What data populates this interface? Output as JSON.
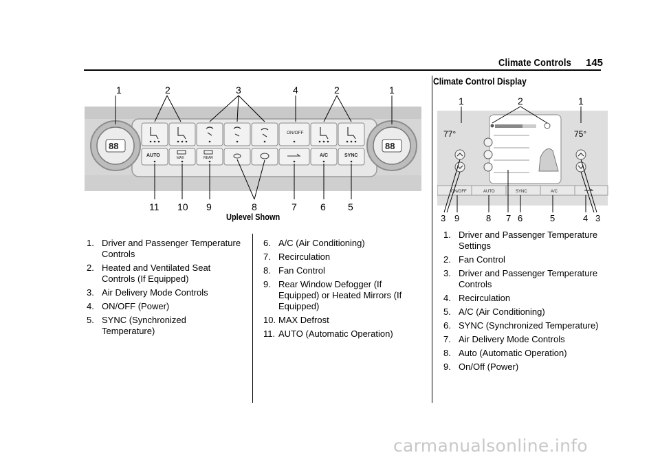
{
  "header": {
    "title": "Climate Controls",
    "page_number": "145"
  },
  "figure_left": {
    "caption": "Uplevel Shown",
    "top_callouts": [
      "1",
      "2",
      "3",
      "4",
      "2",
      "1"
    ],
    "bottom_callouts": [
      "11",
      "10",
      "9",
      "8",
      "7",
      "6",
      "5"
    ],
    "panel_labels": {
      "onoff": "ON/OFF",
      "auto": "AUTO",
      "max": "MAX",
      "rear": "REAR",
      "ac": "A/C",
      "sync": "SYNC",
      "dial": "88"
    }
  },
  "list_left_a": [
    {
      "num": "1.",
      "text": "Driver and Passenger Temperature Controls"
    },
    {
      "num": "2.",
      "text": "Heated and Ventilated Seat Controls (If Equipped)"
    },
    {
      "num": "3.",
      "text": "Air Delivery Mode Controls"
    },
    {
      "num": "4.",
      "text": "ON/OFF (Power)"
    },
    {
      "num": "5.",
      "text": "SYNC (Synchronized Temperature)"
    }
  ],
  "list_left_b": [
    {
      "num": "6.",
      "text": "A/C (Air Conditioning)"
    },
    {
      "num": "7.",
      "text": "Recirculation"
    },
    {
      "num": "8.",
      "text": "Fan Control"
    },
    {
      "num": "9.",
      "text": "Rear Window Defogger (If Equipped) or Heated Mirrors (If Equipped)"
    },
    {
      "num": "10.",
      "text": "MAX Defrost"
    },
    {
      "num": "11.",
      "text": "AUTO (Automatic Operation)"
    }
  ],
  "section": {
    "title": "Climate Control Display"
  },
  "figure_right": {
    "top_callouts": [
      "1",
      "2",
      "1"
    ],
    "bottom_callouts": [
      "3",
      "9",
      "8",
      "7",
      "6",
      "5",
      "4",
      "3"
    ],
    "temp_left": "77°",
    "temp_right": "75°",
    "buttons": [
      "ON/OFF",
      "AUTO",
      "SYNC",
      "A/C"
    ]
  },
  "list_right": [
    {
      "num": "1.",
      "text": "Driver and Passenger Temperature Settings"
    },
    {
      "num": "2.",
      "text": "Fan Control"
    },
    {
      "num": "3.",
      "text": "Driver and Passenger Temperature Controls"
    },
    {
      "num": "4.",
      "text": "Recirculation"
    },
    {
      "num": "5.",
      "text": "A/C (Air Conditioning)"
    },
    {
      "num": "6.",
      "text": "SYNC (Synchronized Temperature)"
    },
    {
      "num": "7.",
      "text": "Air Delivery Mode Controls"
    },
    {
      "num": "8.",
      "text": "Auto (Automatic Operation)"
    },
    {
      "num": "9.",
      "text": "On/Off (Power)"
    }
  ],
  "watermark": "carmanualsonline.info"
}
